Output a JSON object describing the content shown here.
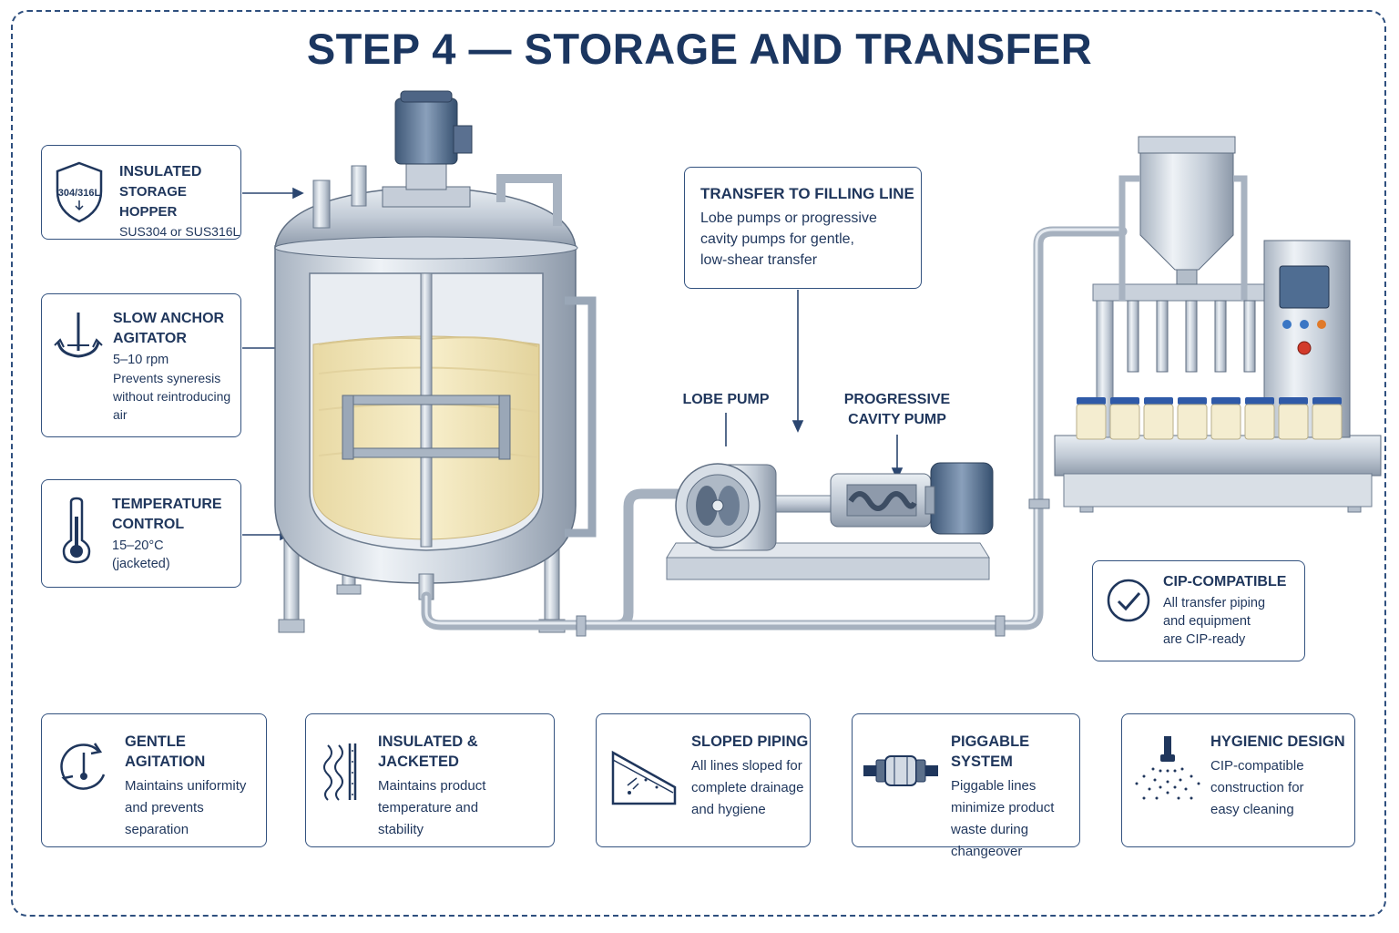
{
  "title": "STEP 4 — STORAGE AND TRANSFER",
  "side_callouts": [
    {
      "title_lines": [
        "INSULATED",
        "STORAGE HOPPER"
      ],
      "body_lines": [
        "SUS304 or SUS316L"
      ],
      "icon": "shield-icon",
      "icon_text": "304/316L"
    },
    {
      "title_lines": [
        "SLOW ANCHOR",
        "AGITATOR"
      ],
      "body_lines": [
        "5–10 rpm",
        "Prevents syneresis",
        "without reintroducing",
        "air"
      ],
      "icon": "anchor-icon"
    },
    {
      "title_lines": [
        "TEMPERATURE",
        "CONTROL"
      ],
      "body_lines": [
        "15–20°C",
        "(jacketed)"
      ],
      "icon": "thermometer-icon"
    }
  ],
  "transfer_callout": {
    "title": "TRANSFER TO FILLING LINE",
    "body_lines": [
      "Lobe pumps or progressive",
      "cavity pumps for gentle,",
      "low-shear transfer"
    ]
  },
  "pump_labels": {
    "lobe": [
      "LOBE PUMP"
    ],
    "progressive": [
      "PROGRESSIVE",
      "CAVITY PUMP"
    ]
  },
  "cip_callout": {
    "title": "CIP-COMPATIBLE",
    "body_lines": [
      "All transfer piping",
      "and equipment",
      "are CIP-ready"
    ],
    "icon": "checkmark-icon"
  },
  "features": [
    {
      "title": "GENTLE AGITATION",
      "body_lines": [
        "Maintains uniformity",
        "and prevents",
        "separation"
      ],
      "icon": "rotation-icon"
    },
    {
      "title": "INSULATED & JACKETED",
      "body_lines": [
        "Maintains product",
        "temperature and",
        "stability"
      ],
      "icon": "insulation-icon"
    },
    {
      "title": "SLOPED PIPING",
      "body_lines": [
        "All lines sloped for",
        "complete drainage",
        "and hygiene"
      ],
      "icon": "slope-icon"
    },
    {
      "title": "PIGGABLE SYSTEM",
      "body_lines": [
        "Piggable lines",
        "minimize product",
        "waste during",
        "changeover"
      ],
      "icon": "pig-icon"
    },
    {
      "title": "HYGIENIC DESIGN",
      "body_lines": [
        "CIP-compatible",
        "construction for",
        "easy cleaning"
      ],
      "icon": "spray-nozzle-icon"
    }
  ],
  "colors": {
    "navy": "#1b3660",
    "steel": "#c9d2dd",
    "product": "#f3e8c0",
    "accent_blue": "#3a76c4",
    "accent_red": "#d23a2a"
  }
}
